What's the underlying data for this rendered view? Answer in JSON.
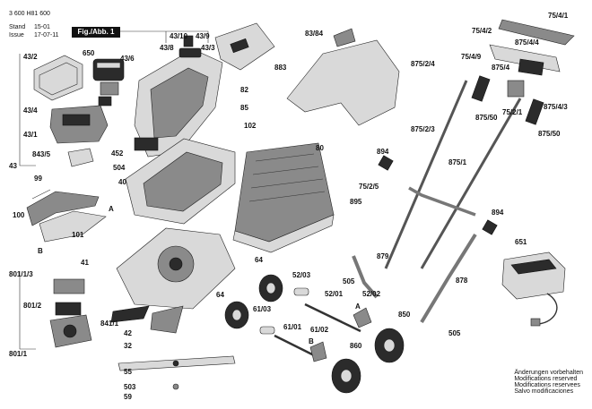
{
  "header": {
    "doc_number": "3 600 H81 600",
    "stand_label": "Stand",
    "stand_value": "15-01",
    "issue_label": "Issue",
    "issue_value": "17-07-11",
    "figure_label": "Fig./Abb. 1"
  },
  "legend": [
    "Änderungen vorbehalten",
    "Modifications reserved",
    "Modifications reservees",
    "Salvo modificaciones"
  ],
  "callouts": {
    "c_43_2": "43/2",
    "c_650": "650",
    "c_43_6": "43/6",
    "c_43_10": "43/10",
    "c_43_9": "43/9",
    "c_43_8": "43/8",
    "c_43_3": "43/3",
    "c_83_84": "83/84",
    "c_883": "883",
    "c_43_4": "43/4",
    "c_43_1": "43/1",
    "c_843_5": "843/5",
    "c_43": "43",
    "c_82": "82",
    "c_85": "85",
    "c_102": "102",
    "c_452": "452",
    "c_504": "504",
    "c_40": "40",
    "c_80": "80",
    "c_99": "99",
    "c_100": "100",
    "c_101": "101",
    "c_A1": "A",
    "c_B1": "B",
    "c_875_2_4": "875/2/4",
    "c_875_2_3": "875/2/3",
    "c_894a": "894",
    "c_75_2_5": "75/2/5",
    "c_895": "895",
    "c_875_1": "875/1",
    "c_879": "879",
    "c_75_4_1": "75/4/1",
    "c_75_4_2": "75/4/2",
    "c_875_4_4": "875/4/4",
    "c_75_4_9": "75/4/9",
    "c_875_4": "875/4",
    "c_875_50a": "875/50",
    "c_75_2_1": "75/2/1",
    "c_875_4_3": "875/4/3",
    "c_875_50b": "875/50",
    "c_894b": "894",
    "c_651": "651",
    "c_801_1_3": "801/1/3",
    "c_801_2": "801/2",
    "c_801_1": "801/1",
    "c_41": "41",
    "c_841_1": "841/1",
    "c_42": "42",
    "c_32": "32",
    "c_64a": "64",
    "c_64b": "64",
    "c_61_03": "61/03",
    "c_52_03": "52/03",
    "c_52_01": "52/01",
    "c_505a": "505",
    "c_52_02": "52/02",
    "c_A2": "A",
    "c_61_01": "61/01",
    "c_61_02": "61/02",
    "c_B2": "B",
    "c_850": "850",
    "c_505b": "505",
    "c_860": "860",
    "c_878": "878",
    "c_55": "55",
    "c_503": "503",
    "c_59": "59"
  }
}
